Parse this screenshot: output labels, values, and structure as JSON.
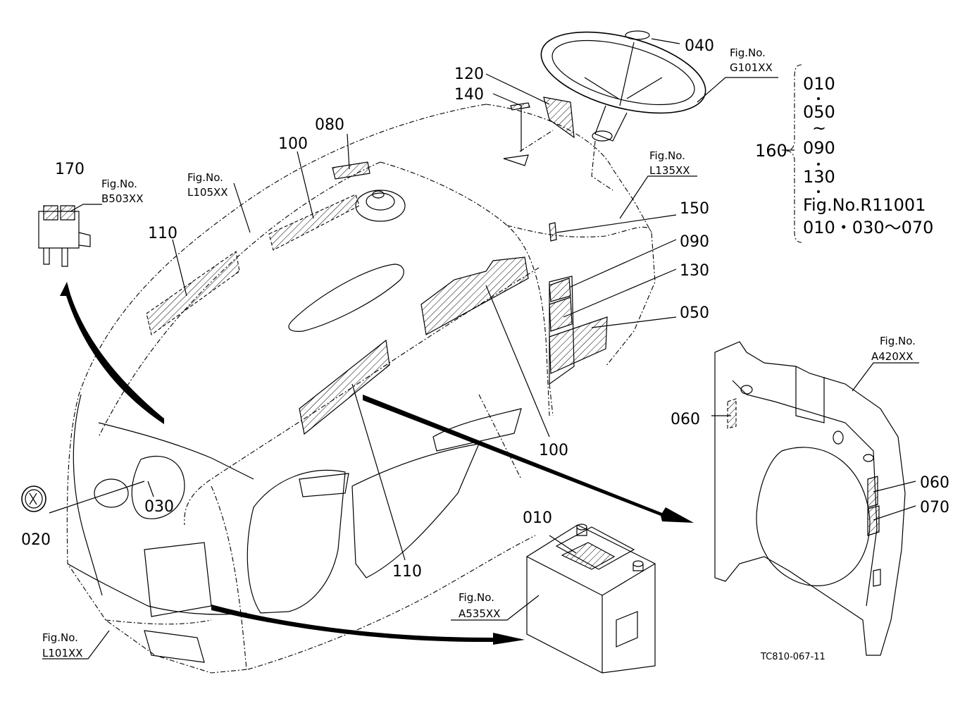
{
  "drawing_id": "TC810-067-11",
  "callouts": {
    "c010_battery": "010",
    "c020": "020",
    "c030": "030",
    "c040": "040",
    "c050": "050",
    "c060_a": "060",
    "c060_b": "060",
    "c070": "070",
    "c080": "080",
    "c090": "090",
    "c100_a": "100",
    "c100_b": "100",
    "c110_a": "110",
    "c110_b": "110",
    "c120": "120",
    "c130": "130",
    "c140": "140",
    "c150": "150",
    "c160": "160",
    "c170": "170"
  },
  "fig_refs": {
    "label": "Fig.No.",
    "g101": "G101XX",
    "l135": "L135XX",
    "l105": "L105XX",
    "b503": "B503XX",
    "a420": "A420XX",
    "a535": "A535XX",
    "l101": "L101XX"
  },
  "set_160": {
    "items": [
      "010",
      "050",
      "090",
      "130"
    ],
    "range_mark": "~",
    "fig_ref": "Fig.No.R11001",
    "fig_items": "010・030～070"
  }
}
